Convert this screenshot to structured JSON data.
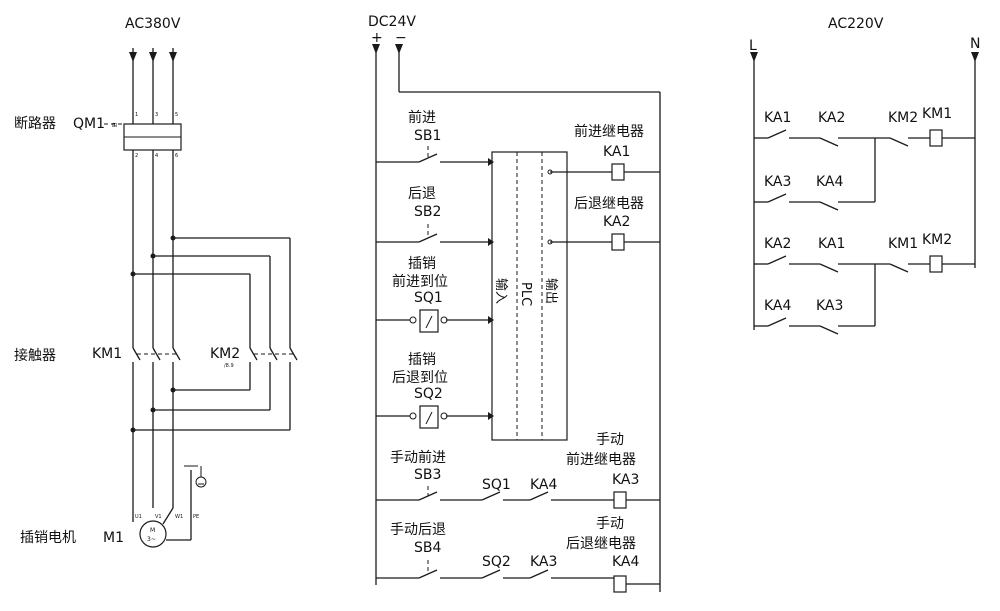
{
  "power": {
    "ac380": "AC380V",
    "dc24": "DC24V",
    "dc_plus": "+",
    "dc_minus": "−",
    "ac220": "AC220V",
    "line_l": "L",
    "line_n": "N"
  },
  "left": {
    "breaker_label": "断路器",
    "breaker_tag": "QM1",
    "contactor_label": "接触器",
    "km1": "KM1",
    "km2": "KM2",
    "km2_ref": "/8.9",
    "motor_label": "插销电机",
    "motor_tag": "M1",
    "motor_symbol_m": "M",
    "motor_symbol_phase": "3~",
    "pe": "PE",
    "terminals": {
      "t1": "1",
      "t2": "2",
      "t3": "3",
      "t4": "4",
      "t5": "5",
      "t6": "6",
      "u1": "U1",
      "v1": "V1",
      "w1": "W1"
    }
  },
  "middle": {
    "sb1_name": "前进",
    "sb1": "SB1",
    "sb2_name": "后退",
    "sb2": "SB2",
    "sq1_name1": "插销",
    "sq1_name2": "前进到位",
    "sq1": "SQ1",
    "sq2_name1": "插销",
    "sq2_name2": "后退到位",
    "sq2": "SQ2",
    "plc_in": "输入",
    "plc": "PLC",
    "plc_out": "输出",
    "ka1_name": "前进继电器",
    "ka1": "KA1",
    "ka2_name": "后退继电器",
    "ka2": "KA2",
    "sb3_name": "手动前进",
    "sb3": "SB3",
    "sq1_b": "SQ1",
    "ka4_b": "KA4",
    "ka3_name1": "手动",
    "ka3_name2": "前进继电器",
    "ka3": "KA3",
    "sb4_name": "手动后退",
    "sb4": "SB4",
    "sq2_b": "SQ2",
    "ka3_b": "KA3",
    "ka4_name1": "手动",
    "ka4_name2": "后退继电器",
    "ka4": "KA4"
  },
  "right": {
    "r1_a": "KA1",
    "r1_b": "KA2",
    "r1_c": "KM2",
    "r1_coil": "KM1",
    "r2_a": "KA3",
    "r2_b": "KA4",
    "r3_a": "KA2",
    "r3_b": "KA1",
    "r3_c": "KM1",
    "r3_coil": "KM2",
    "r4_a": "KA4",
    "r4_b": "KA3"
  }
}
